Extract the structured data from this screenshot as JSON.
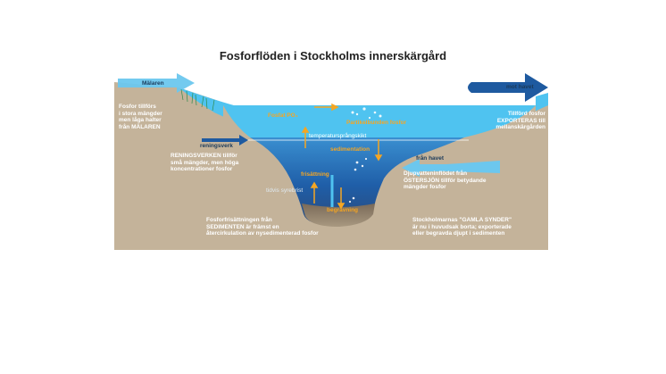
{
  "title": "Fosforflöden i Stockholms innerskärgård",
  "labels": {
    "malaren": "Mälaren",
    "mot_havet": "mot havet",
    "reningsverk": "reningsverk",
    "fran_havet": "från havet",
    "fosfat": "Fosfat PO₄",
    "partikelbunden": "Partikelbunden fosfor",
    "temperatursprangskikt": "temperatursprångskikt",
    "sedimentation": "sedimentation",
    "frisattning": "frisättning",
    "tidvis_syrebrist": "tidvis syrebrist",
    "begravning": "begravning"
  },
  "texts": {
    "malaren_text": "Fosfor tillförs\ni stora mängder\nmen låga halter\nfrån MÄLAREN",
    "reningsverk_text": "RENINGSVERKEN tillför\nsmå mängder, men höga\nkoncentrationer fosfor",
    "sediment_text": "Fosforfrisättningen från\nSEDIMENTEN är främst en\nåtercirkulation av nysedimenterad fosfor",
    "exporteras_text": "Tillförd fosfor\nEXPORTERAS till\nmellanskärgården",
    "ostersjon_text": "Djupvatteninflödet från\nÖSTERSJÖN tillför betydande\nmängder fosfor",
    "gamla_synder_text": "Stockholmarnas \"GAMLA SYNDER\"\när nu i huvudsak borta; exporterade\neller begravda djupt i sedimenten"
  },
  "colors": {
    "land": "#c4b39a",
    "surface_water": "#4fc3f0",
    "deep_water": "#2e72b8",
    "arrow_light": "#6cc7ee",
    "arrow_dark": "#1e5aa0",
    "accent": "#f5a623"
  }
}
